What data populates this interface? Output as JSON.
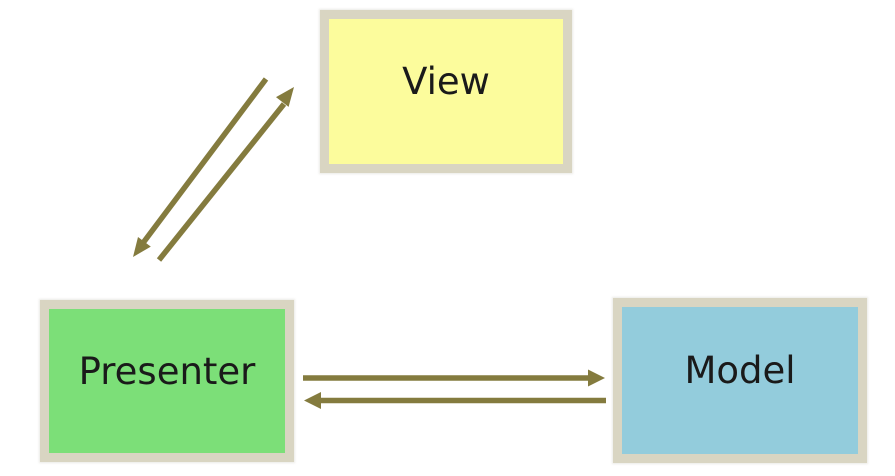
{
  "background": "#ffffff",
  "edge_color": "#847b3e",
  "text_color": "#1a1a1a",
  "border_color": "#d9d5c2",
  "nodes": [
    {
      "id": "view",
      "label": "View",
      "fill": "#fcfc9c",
      "border": "#d9d5c2"
    },
    {
      "id": "presenter",
      "label": "Presenter",
      "fill": "#7cdf78",
      "border": "#d9d5c2"
    },
    {
      "id": "model",
      "label": "Model",
      "fill": "#93ccdc",
      "border": "#d9d5c2"
    }
  ],
  "edges": [
    {
      "id": "view-to-presenter",
      "from": "View",
      "to": "Presenter",
      "direction": "down-left"
    },
    {
      "id": "presenter-to-view",
      "from": "Presenter",
      "to": "View",
      "direction": "up-right"
    },
    {
      "id": "presenter-to-model",
      "from": "Presenter",
      "to": "Model",
      "direction": "right"
    },
    {
      "id": "model-to-presenter",
      "from": "Model",
      "to": "Presenter",
      "direction": "left"
    }
  ]
}
